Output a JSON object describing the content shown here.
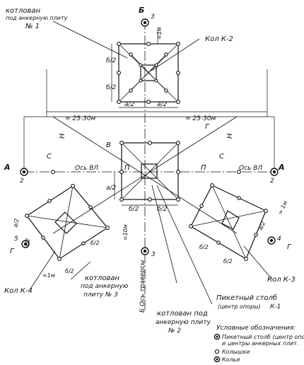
{
  "labels": {
    "pit1_l1": "котлован",
    "pit1_l2": "под анкерную плиту",
    "pit1_l3": "№ 1",
    "kol_k2": "Кол К-2",
    "kol_k3": "Кол К-3",
    "kol_k4": "Кол К-4",
    "pit3_l1": "котлован",
    "pit3_l2": "под анкерную",
    "pit3_l3": "плиту № 3",
    "pit2_l1": "котлован под",
    "pit2_l2": "анкерную плиту",
    "pit2_l3": "№ 2",
    "pole_l1": "Пикетный столб",
    "pole_l2": "(центр опоры)",
    "pole_l3": "К-1",
    "legend_title": "Условные обозначения:",
    "legend_pole_1": "Пикетный столб (центр опоры)",
    "legend_pole_2": "и центры анкерных плит.",
    "legend_peg": "Колышки",
    "legend_stake": "Колья",
    "dist_left": "≈ 25-30м",
    "dist_right": "≈ 25-30м",
    "axis_vl_left": "Ось ВЛ",
    "axis_vl_right": "Ось ВЛ",
    "to_sup_axis": "Б Ось траверсы",
    "letter_a": "А",
    "letter_b": "Б",
    "letter_v": "В",
    "letter_g": "Г",
    "letter_s": "С",
    "letter_p": "П",
    "letter_h": "Н",
    "num_1": "1",
    "num_2": "2",
    "num_3": "3",
    "num_4": "4",
    "num_5": "5",
    "dim_a2": "a/2",
    "dim_b2": "б/2",
    "dim_1m": "≈1м",
    "dim_10m": "≈10м",
    "dim_2to1": "≈ 1м"
  }
}
